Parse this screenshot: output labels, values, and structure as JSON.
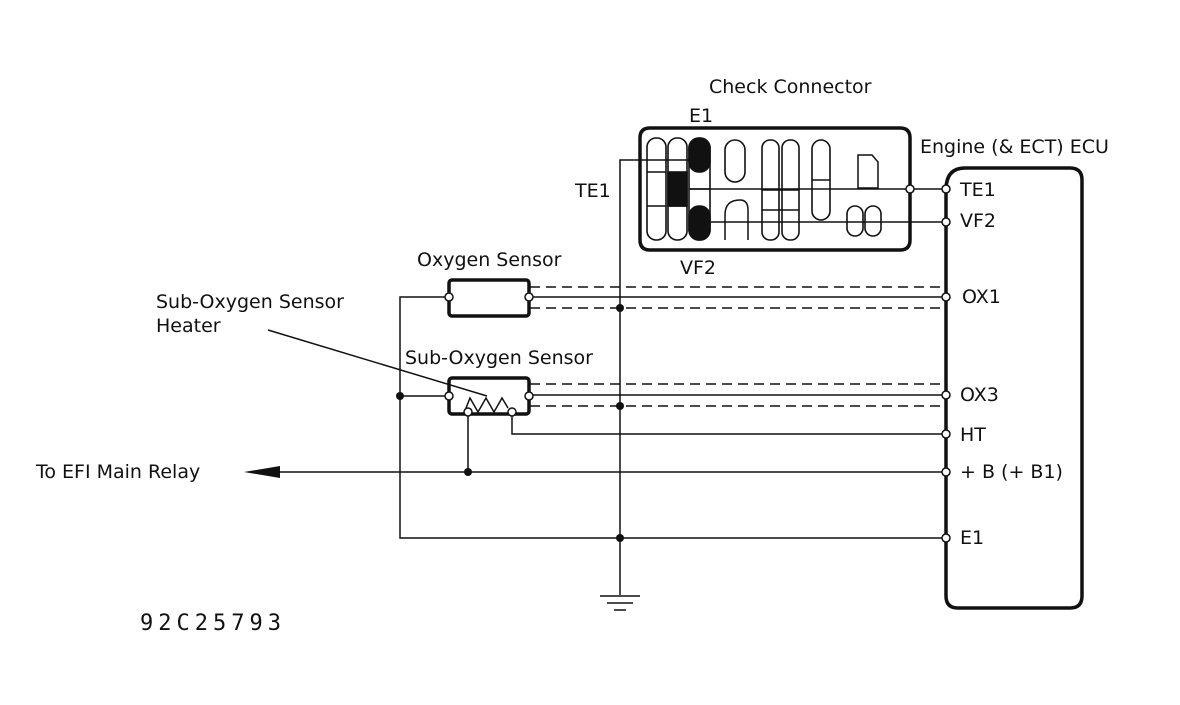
{
  "labels": {
    "check_connector": "Check Connector",
    "e1_top": "E1",
    "vf2_bottom": "VF2",
    "te1_left": "TE1",
    "ecu_title": "Engine (& ECT) ECU",
    "oxygen_sensor": "Oxygen Sensor",
    "sub_oxygen_sensor": "Sub-Oxygen Sensor",
    "sub_oxygen_heater_line1": "Sub-Oxygen Sensor",
    "sub_oxygen_heater_line2": "Heater",
    "efi_relay": "To EFI Main Relay",
    "figure_code": "92C25793"
  },
  "ecu_pins": {
    "te1": "TE1",
    "vf2": "VF2",
    "ox1": "OX1",
    "ox3": "OX3",
    "ht": "HT",
    "b": "+ B (+ B1)",
    "e1": "E1"
  }
}
